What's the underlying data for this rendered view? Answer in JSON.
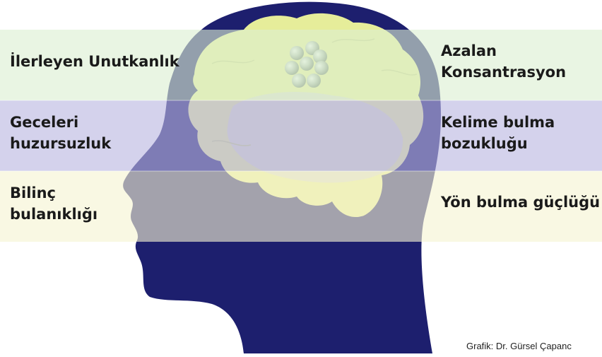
{
  "bands": [
    {
      "color": "#dcefd2",
      "left": {
        "lines": [
          "İlerleyen Unutkanlık"
        ]
      },
      "right": {
        "lines": [
          "Azalan",
          "Konsantrasyon"
        ]
      }
    },
    {
      "color": "#b9b7e0",
      "left": {
        "lines": [
          "Geceleri",
          "huzursuzluk"
        ]
      },
      "right": {
        "lines": [
          "Kelime bulma",
          "bozukluğu"
        ]
      }
    },
    {
      "color": "#f6f4d2",
      "left": {
        "lines": [
          "Bilinç",
          "bulanıklığı"
        ]
      },
      "right": {
        "lines": [
          "Yön bulma güçlüğü"
        ]
      }
    }
  ],
  "credit": "Grafik: Dr. Gürsel Çapanc",
  "colors": {
    "head": "#1d1f6e",
    "brain": "#e6ed9a",
    "brain_lower": "#d2d2d6",
    "spheres": "#b8c2b4"
  }
}
